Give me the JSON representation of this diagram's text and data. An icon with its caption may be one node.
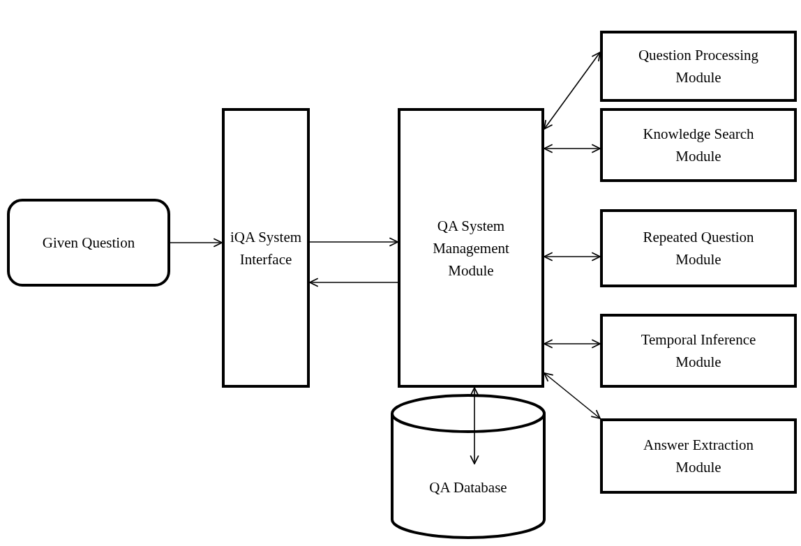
{
  "diagram": {
    "nodes": [
      {
        "text": [
          "Given Question"
        ]
      },
      {
        "text": [
          "iQA System Interface"
        ]
      },
      {
        "text": [
          "QA System Management Module"
        ]
      },
      {
        "text": [
          "QA Database"
        ]
      },
      {
        "text": [
          "Question Processing Module"
        ]
      },
      {
        "text": [
          "Knowledge Search Module"
        ]
      },
      {
        "text": [
          "Repeated Question Module"
        ]
      },
      {
        "text": [
          "Temporal Inference Module"
        ]
      },
      {
        "text": [
          "Answer Extraction Module"
        ]
      }
    ],
    "edges": [
      {
        "from": 0,
        "to": 1,
        "arrow": "to"
      },
      {
        "from": 1,
        "to": 2,
        "arrow": "to"
      },
      {
        "from": 2,
        "to": 1,
        "arrow": "to"
      },
      {
        "from": 2,
        "to": 4,
        "arrow": "both"
      },
      {
        "from": 2,
        "to": 5,
        "arrow": "both"
      },
      {
        "from": 2,
        "to": 6,
        "arrow": "both"
      },
      {
        "from": 2,
        "to": 7,
        "arrow": "both"
      },
      {
        "from": 2,
        "to": 8,
        "arrow": "both"
      },
      {
        "from": 2,
        "to": 3,
        "arrow": "both"
      }
    ]
  }
}
